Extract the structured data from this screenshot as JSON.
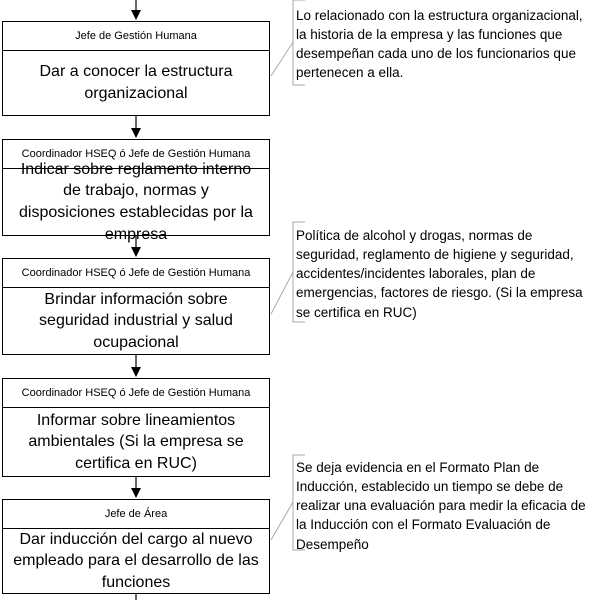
{
  "flow": {
    "steps": [
      {
        "role": "Jefe de Gestión Humana",
        "task": "Dar a conocer la estructura organizacional"
      },
      {
        "role": "Coordinador HSEQ ó Jefe de Gestión Humana",
        "task": "Indicar sobre reglamento interno de trabajo, normas y disposiciones establecidas por la empresa"
      },
      {
        "role": "Coordinador HSEQ ó Jefe de Gestión Humana",
        "task": "Brindar información sobre seguridad industrial y salud ocupacional"
      },
      {
        "role": "Coordinador HSEQ ó Jefe de Gestión Humana",
        "task": "Informar sobre lineamientos ambientales (Si la empresa se certifica en RUC)"
      },
      {
        "role": "Jefe de Área",
        "task": "Dar inducción del cargo al nuevo empleado para el desarrollo de las funciones"
      }
    ],
    "notes": [
      "Lo relacionado con la estructura organizacional,\nla historia de la empresa y las funciones que\ndesempeñan cada uno de los funcionarios que\npertenecen a ella.",
      "Política de alcohol y drogas, normas de\nseguridad, reglamento de higiene y seguridad,\naccidentes/incidentes laborales, plan de\nemergencias, factores de riesgo. (Si la empresa\nse certifica en RUC)",
      "Se deja evidencia en el Formato Plan de\nInducción, establecido un tiempo se debe de\nrealizar una evaluación para medir la eficacia de\nla Inducción con el Formato Evaluación de\nDesempeño"
    ]
  }
}
